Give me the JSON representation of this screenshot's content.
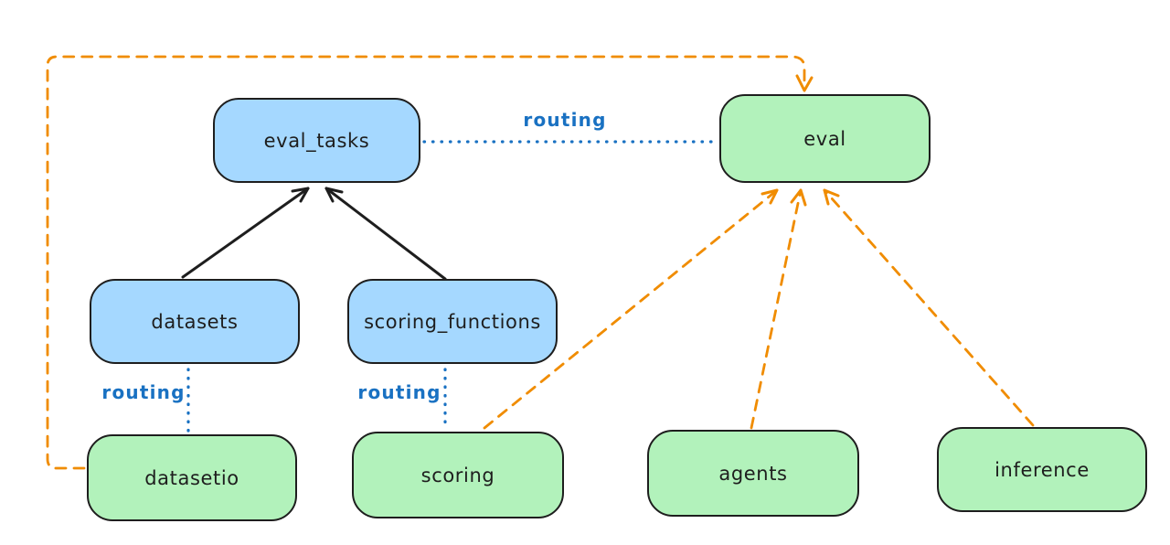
{
  "diagram": {
    "colors": {
      "ink": "#1e1e1e",
      "blue_fill": "#a5d8ff",
      "green_fill": "#b2f2bb",
      "routing_blue": "#1971c2",
      "orange": "#f08c00",
      "background": "#ffffff"
    },
    "nodes": {
      "eval_tasks": {
        "label": "eval_tasks",
        "color": "blue"
      },
      "eval": {
        "label": "eval",
        "color": "green"
      },
      "datasets": {
        "label": "datasets",
        "color": "blue"
      },
      "scoring_functions": {
        "label": "scoring_functions",
        "color": "blue"
      },
      "datasetio": {
        "label": "datasetio",
        "color": "green"
      },
      "scoring": {
        "label": "scoring",
        "color": "green"
      },
      "agents": {
        "label": "agents",
        "color": "green"
      },
      "inference": {
        "label": "inference",
        "color": "green"
      }
    },
    "edges": {
      "eval_tasks_eval": {
        "from": "eval_tasks",
        "to": "eval",
        "style": "dotted-blue",
        "label": "routing"
      },
      "datasets_datasetio": {
        "from": "datasets",
        "to": "datasetio",
        "style": "dotted-blue",
        "label": "routing"
      },
      "scoring_functions_scoring": {
        "from": "scoring_functions",
        "to": "scoring",
        "style": "dotted-blue",
        "label": "routing"
      },
      "datasets_eval_tasks": {
        "from": "datasets",
        "to": "eval_tasks",
        "style": "solid-black-arrow"
      },
      "scoring_functions_eval_tasks": {
        "from": "scoring_functions",
        "to": "eval_tasks",
        "style": "solid-black-arrow"
      },
      "datasetio_eval": {
        "from": "datasetio",
        "to": "eval",
        "style": "dashed-orange-arrow"
      },
      "scoring_eval": {
        "from": "scoring",
        "to": "eval",
        "style": "dashed-orange-arrow"
      },
      "agents_eval": {
        "from": "agents",
        "to": "eval",
        "style": "dashed-orange-arrow"
      },
      "inference_eval": {
        "from": "inference",
        "to": "eval",
        "style": "dashed-orange-arrow"
      }
    }
  }
}
